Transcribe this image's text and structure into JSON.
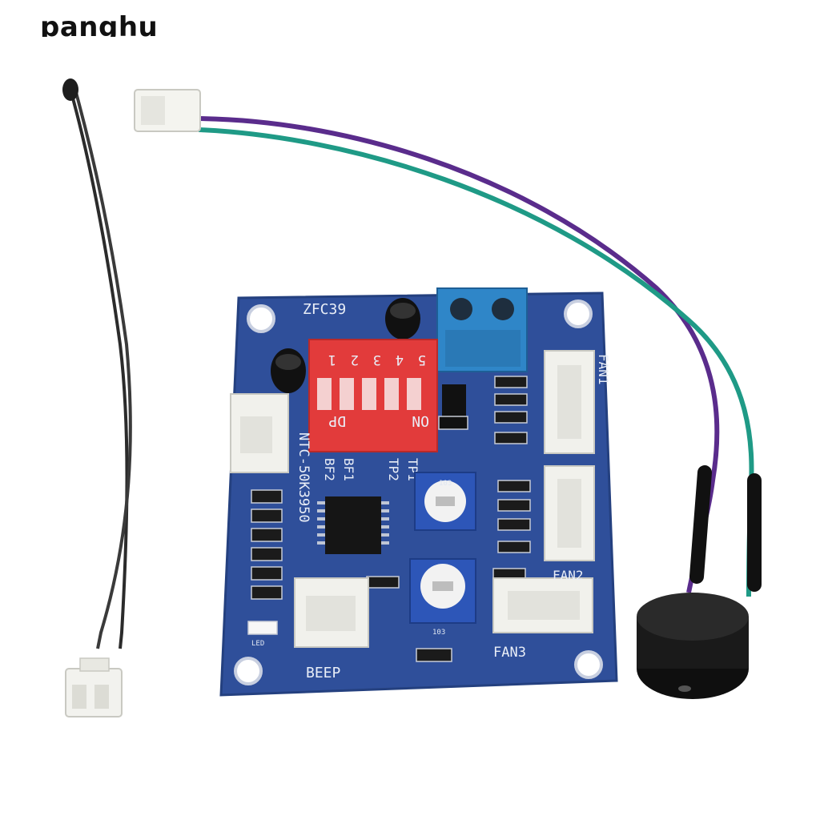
{
  "watermark": {
    "text": "panghu"
  },
  "board": {
    "model": "ZFC39",
    "dip_switch": {
      "label_left": "DP",
      "label_right": "ON",
      "numbers": [
        "5",
        "4",
        "3",
        "2",
        "1"
      ]
    },
    "silkscreen": {
      "sensor": "NTC-50K3950",
      "tp1": "TP1",
      "tp2": "TP2",
      "bf1": "BF1",
      "bf2": "BF2",
      "fan1": "FAN1",
      "fan2": "FAN2",
      "fan3": "FAN3",
      "beep": "BEEP",
      "led": "LED",
      "pot1": "103",
      "pot2": "103"
    }
  },
  "colors": {
    "pcb": "#2f4f9a",
    "pcb_edge": "#24407f",
    "dip": "#e23b3b",
    "terminal": "#2f86c8",
    "wire_purple": "#5a2c8c",
    "wire_green": "#1f9a86",
    "buzzer": "#1a1a1a",
    "connector": "#f1f1ec"
  }
}
